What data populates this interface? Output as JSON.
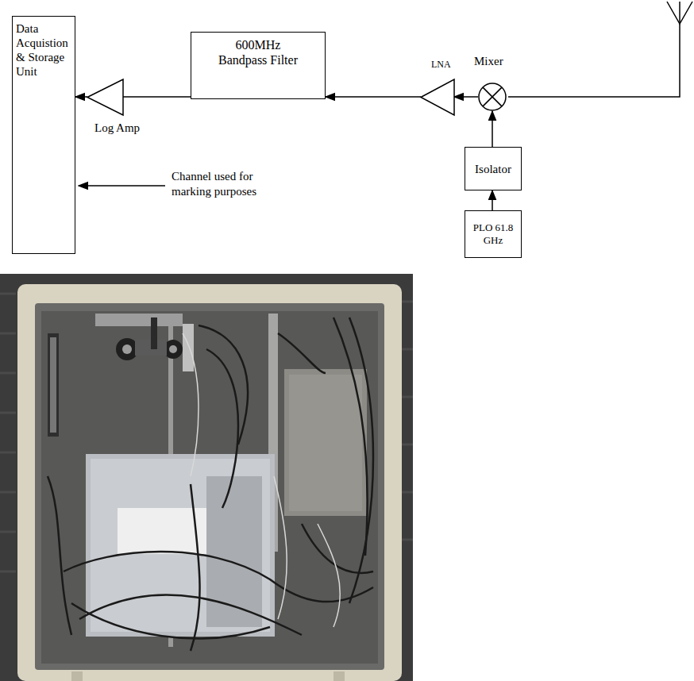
{
  "diagram": {
    "nodes": [
      {
        "text": [
          "Data Acquistion & Storage Unit"
        ]
      },
      {
        "text": [
          "Log Amp"
        ]
      },
      {
        "text": [
          "600MHz Bandpass Filter"
        ]
      },
      {
        "text": [
          "LNA"
        ]
      },
      {
        "text": [
          "Mixer"
        ]
      },
      {
        "text": [
          "Isolator"
        ]
      },
      {
        "text": [
          "PLO 61.8 GHz"
        ]
      }
    ],
    "edges": [
      {
        "from": 1,
        "to": 0,
        "arrow": "to"
      },
      {
        "from": 2,
        "to": 1,
        "arrow": "none"
      },
      {
        "from": 3,
        "to": 2,
        "arrow": "to"
      },
      {
        "from": 4,
        "to": 3,
        "arrow": "to"
      },
      {
        "from": 5,
        "to": 4,
        "arrow": "to"
      },
      {
        "from": 6,
        "to": 5,
        "arrow": "to"
      }
    ],
    "labels": [
      "Channel used for marking purposes"
    ]
  }
}
